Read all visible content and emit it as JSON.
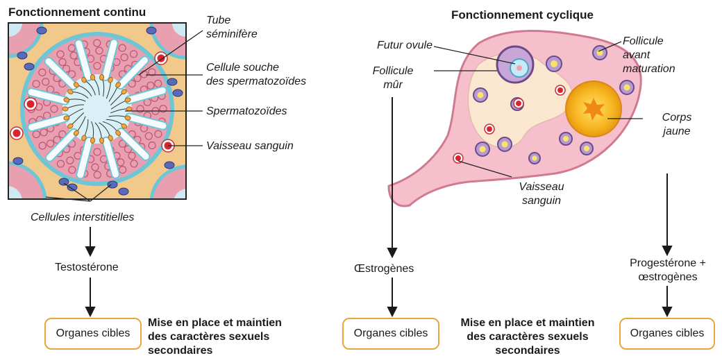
{
  "left": {
    "title": "Fonctionnement continu",
    "labels": {
      "tube_1": "Tube",
      "tube_2": "séminifère",
      "cellule_1": "Cellule souche",
      "cellule_2": "des spermatozoïdes",
      "spermatozoides": "Spermatozoïdes",
      "vaisseau": "Vaisseau sanguin",
      "interstitielles": "Cellules interstitielles"
    },
    "hormone": "Testostérone",
    "target": "Organes cibles",
    "effect_1": "Mise en place et maintien",
    "effect_2": "des caractères sexuels",
    "effect_3": "secondaires"
  },
  "right": {
    "title": "Fonctionnement cyclique",
    "labels": {
      "futur_ovule": "Futur ovule",
      "follicule_mur_1": "Follicule",
      "follicule_mur_2": "mûr",
      "follicule_avant_1": "Follicule",
      "follicule_avant_2": "avant",
      "follicule_avant_3": "maturation",
      "corps_1": "Corps",
      "corps_2": "jaune",
      "vaisseau_1": "Vaisseau",
      "vaisseau_2": "sanguin"
    },
    "hormone_left": "Œstrogènes",
    "hormone_right_1": "Progestérone +",
    "hormone_right_2": "œstrogènes",
    "target_left": "Organes cibles",
    "target_right": "Organes cibles",
    "effect_1": "Mise en place et maintien",
    "effect_2": "des caractères sexuels",
    "effect_3": "secondaires"
  },
  "colors": {
    "cell_pink": "#e8a0b0",
    "cell_border": "#c05878",
    "lumen": "#cfe9f2",
    "tube_ring": "#6cc6d6",
    "interstitial": "#f1c98a",
    "vessel": "#d8242c",
    "ovary": "#f5c0cc",
    "corps_jaune": "#f7b520",
    "box_border": "#e8a53a"
  }
}
